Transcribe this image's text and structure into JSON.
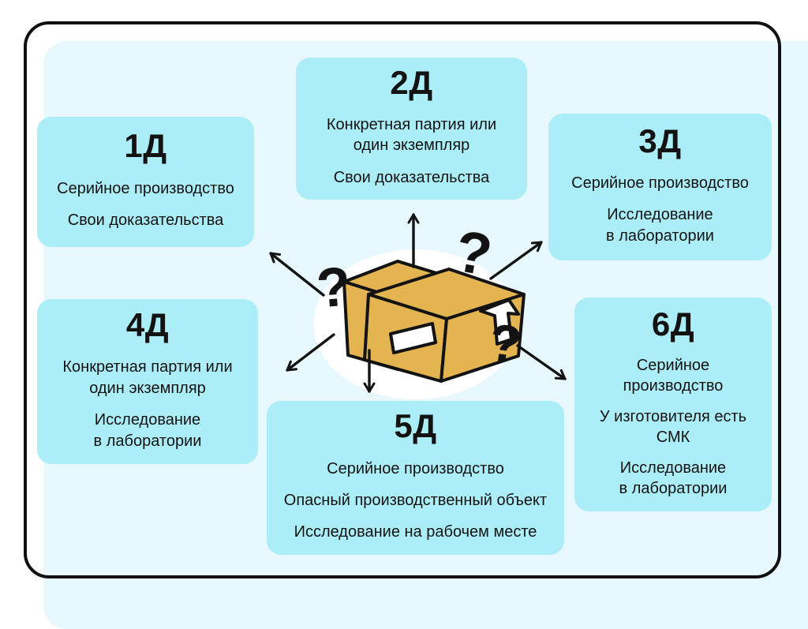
{
  "colors": {
    "page_bg": "#ffffff",
    "panel_bg": "#e7f9fe",
    "scheme_box_bg": "#abeef8",
    "frame_border": "#101010",
    "text": "#131313",
    "package_tan": "#e3b450"
  },
  "schemes": [
    {
      "title": "1Д",
      "paragraphs": [
        "Серийное производство",
        "Свои доказательства"
      ]
    },
    {
      "title": "2Д",
      "paragraphs": [
        "Конкретная партия или\nодин экземпляр",
        "Свои доказательства"
      ]
    },
    {
      "title": "3Д",
      "paragraphs": [
        "Серийное производство",
        "Исследование\nв лаборатории"
      ]
    },
    {
      "title": "4Д",
      "paragraphs": [
        "Конкретная партия или\nодин экземпляр",
        "Исследование\nв лаборатории"
      ]
    },
    {
      "title": "5Д",
      "paragraphs": [
        "Серийное производство",
        "Опасный производственный объект",
        "Исследование на рабочем месте"
      ]
    },
    {
      "title": "6Д",
      "paragraphs": [
        "Серийное\nпроизводство",
        "У изготовителя есть\nСМК",
        "Исследование\nв лаборатории"
      ]
    }
  ],
  "illustration": {
    "question_mark": "?"
  }
}
